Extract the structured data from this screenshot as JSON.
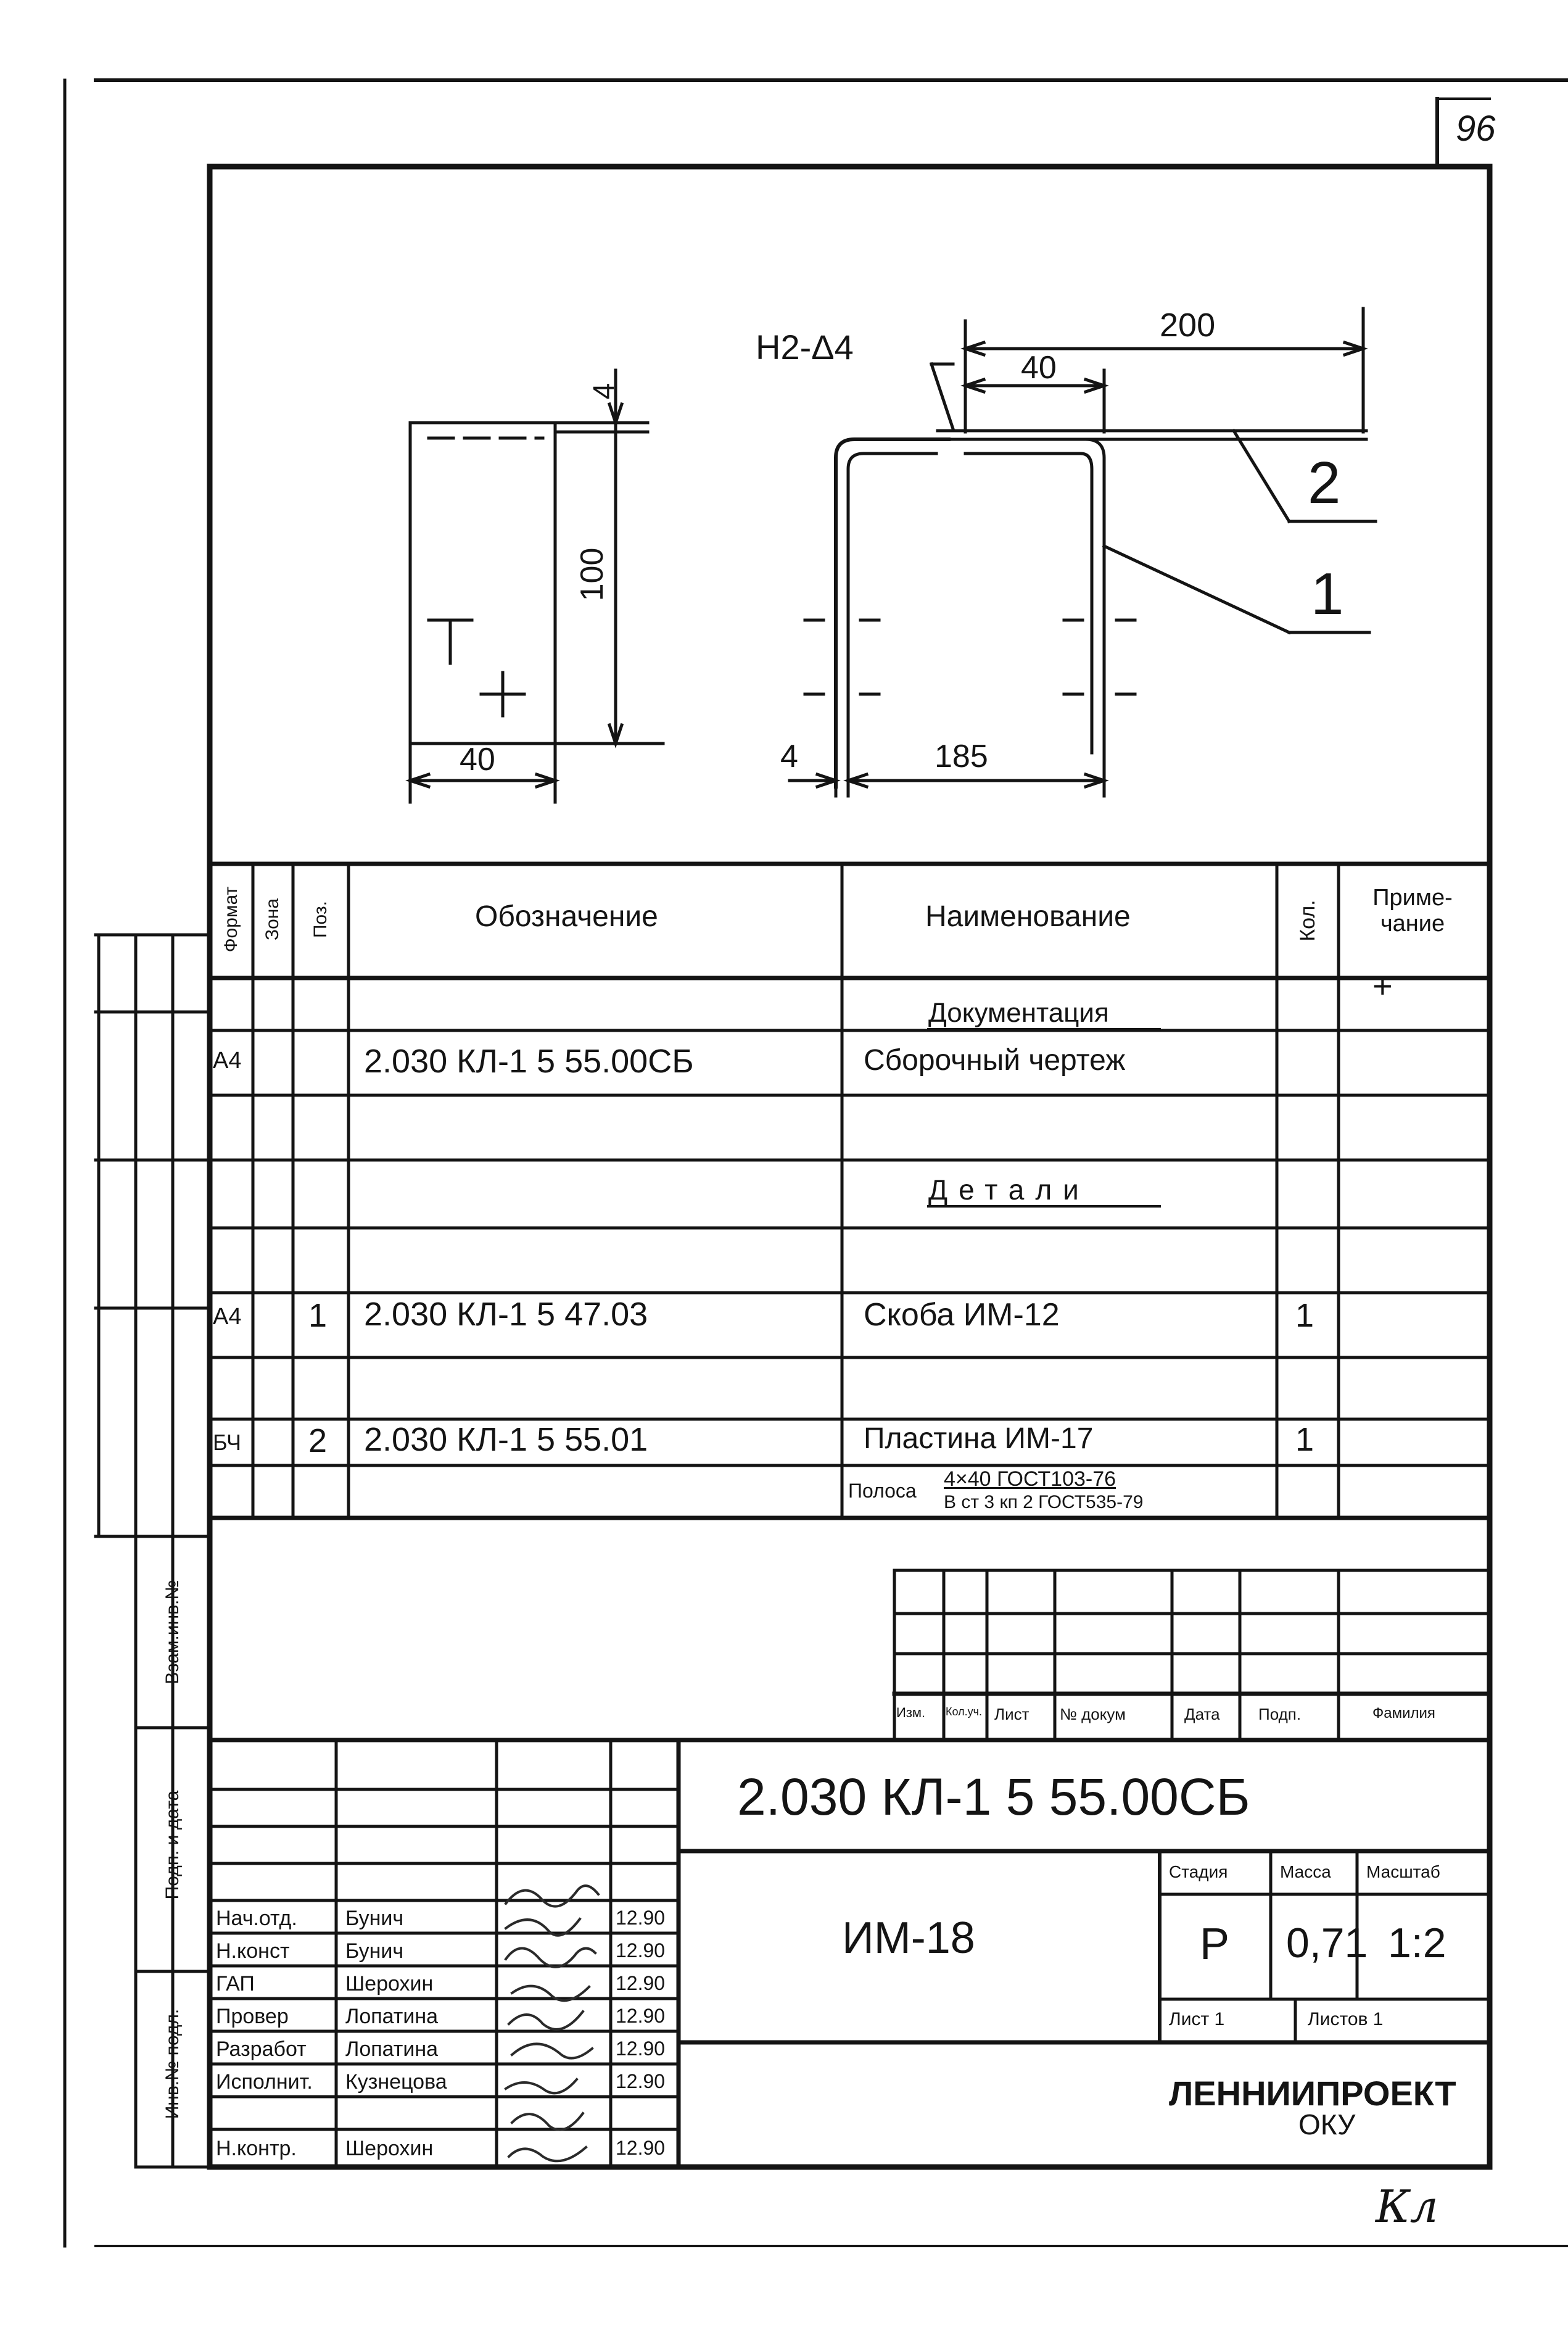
{
  "sheet_number": "96",
  "drawing": {
    "left_view": {
      "dim_thickness": "4",
      "dim_height": "100",
      "dim_width": "40"
    },
    "front_view": {
      "weld_symbol": "Н2-Δ4",
      "dim_total": "200",
      "dim_offset": "40",
      "dim_thickness": "4",
      "dim_width": "185",
      "callout_1": "1",
      "callout_2": "2"
    }
  },
  "spec_table": {
    "headers": {
      "format": "Формат",
      "zone": "Зона",
      "pos": "Поз.",
      "designation": "Обозначение",
      "name": "Наименование",
      "qty": "Кол.",
      "note": "Приме- чание"
    },
    "sections": {
      "documentation": "Документация",
      "parts": "Детали"
    },
    "rows": [
      {
        "format": "А4",
        "pos": "",
        "designation": "2.030 КЛ-1 5 55.00СБ",
        "name": "Сборочный чертеж",
        "qty": ""
      },
      {
        "format": "А4",
        "pos": "1",
        "designation": "2.030 КЛ-1 5 47.03",
        "name": "Скоба ИМ-12",
        "qty": "1"
      },
      {
        "format": "БЧ",
        "pos": "2",
        "designation": "2.030 КЛ-1 5 55.01",
        "name": "Пластина ИМ-17",
        "qty": "1"
      }
    ],
    "material": {
      "prefix": "Полоса",
      "line1": "4×40 ГОСТ103-76",
      "line2": "В ст 3 кп 2 ГОСТ535-79"
    }
  },
  "left_margin": {
    "labels": [
      "Инв.№ подл.",
      "Подп. и дата",
      "Взам.инв.№"
    ]
  },
  "title_block": {
    "change_headers": [
      "Изм.",
      "Кол.уч.",
      "Лист",
      "№ докум",
      "Дата",
      "Подп.",
      "Фамилия"
    ],
    "designation": "2.030 КЛ-1 5 55.00СБ",
    "title": "ИМ-18",
    "stage_label": "Стадия",
    "mass_label": "Масса",
    "scale_label": "Масштаб",
    "stage": "Р",
    "mass": "0,71",
    "scale": "1:2",
    "sheet_label": "Лист 1",
    "sheets_label": "Листов 1",
    "organization": "ЛЕННИИПРОЕКТ",
    "department": "ОКУ",
    "signatures": [
      {
        "role": "Нач.отд.",
        "name": "Бунич",
        "date": "12.90"
      },
      {
        "role": "Н.конст",
        "name": "Бунич",
        "date": "12.90"
      },
      {
        "role": "ГАП",
        "name": "Шерохин",
        "date": "12.90"
      },
      {
        "role": "Провер",
        "name": "Лопатина",
        "date": "12.90"
      },
      {
        "role": "Разработ",
        "name": "Лопатина",
        "date": "12.90"
      },
      {
        "role": "Исполнит.",
        "name": "Кузнецова",
        "date": "12.90"
      },
      {
        "role": "Н.контр.",
        "name": "Шерохин",
        "date": "12.90"
      }
    ]
  },
  "footer_mark": "Кл"
}
